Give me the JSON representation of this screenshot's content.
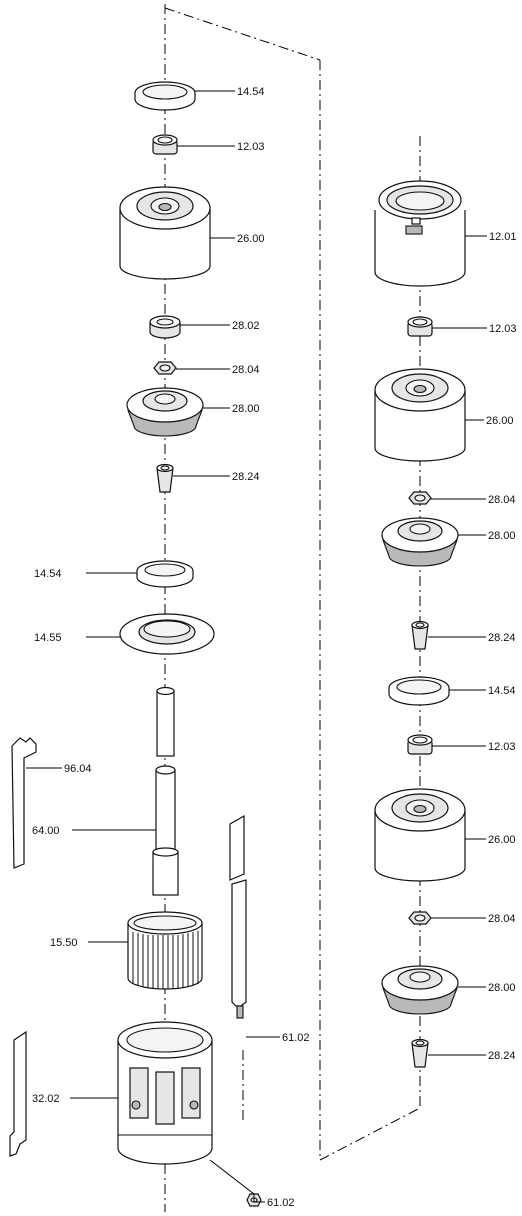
{
  "diagram": {
    "left_stack_labels": [
      "14.54",
      "12.03",
      "26.00",
      "28.02",
      "28.04",
      "28.00",
      "28.24",
      "14.54",
      "14.55",
      "64.00"
    ],
    "bottom_labels": [
      "96.04",
      "15.50",
      "32.02",
      "61.02",
      "61.02"
    ],
    "right_stack_labels": [
      "12.01",
      "12.03",
      "26.00",
      "28.04",
      "28.00",
      "28.24",
      "14.54",
      "12.03",
      "26.00",
      "28.04",
      "28.00",
      "28.24"
    ]
  }
}
